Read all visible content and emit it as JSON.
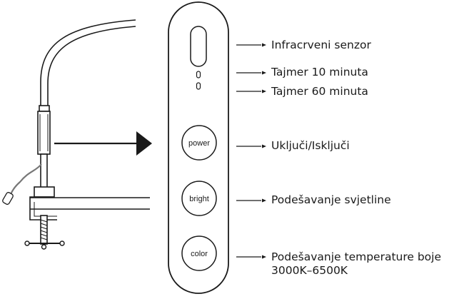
{
  "buttons": {
    "power": "power",
    "bright": "bright",
    "color": "color"
  },
  "labels": {
    "infrared_sensor": "Infracrveni senzor",
    "timer_10": "Tajmer 10 minuta",
    "timer_60": "Tajmer 60 minuta",
    "on_off": "Uključi/Isključi",
    "brightness": "Podešavanje svjetline",
    "color_temp_line1": "Podešavanje temperature boje",
    "color_temp_line2": "3000K–6500K"
  },
  "colors": {
    "line": "#1a1a1a",
    "background": "#ffffff",
    "panel_fill": "#ffffff"
  }
}
